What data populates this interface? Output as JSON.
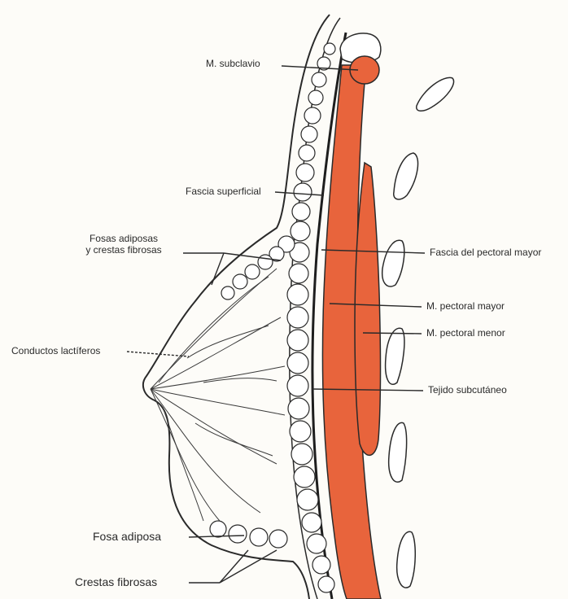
{
  "labels": {
    "subclavio": "M. subclavio",
    "fascia_superficial": "Fascia superficial",
    "fosas_line1": "Fosas adiposas",
    "fosas_line2": "y crestas fibrosas",
    "fascia_pectoral": "Fascia del pectoral mayor",
    "pectoral_mayor": "M. pectoral mayor",
    "pectoral_menor": "M. pectoral menor",
    "conductos": "Conductos lactíferos",
    "tejido": "Tejido subcutáneo",
    "fosa_adiposa": "Fosa adiposa",
    "crestas": "Crestas fibrosas"
  },
  "colors": {
    "muscle": "#e8643c",
    "line": "#2a2a2a",
    "bone_fill": "#ffffff",
    "background": "#fdfcf8"
  }
}
